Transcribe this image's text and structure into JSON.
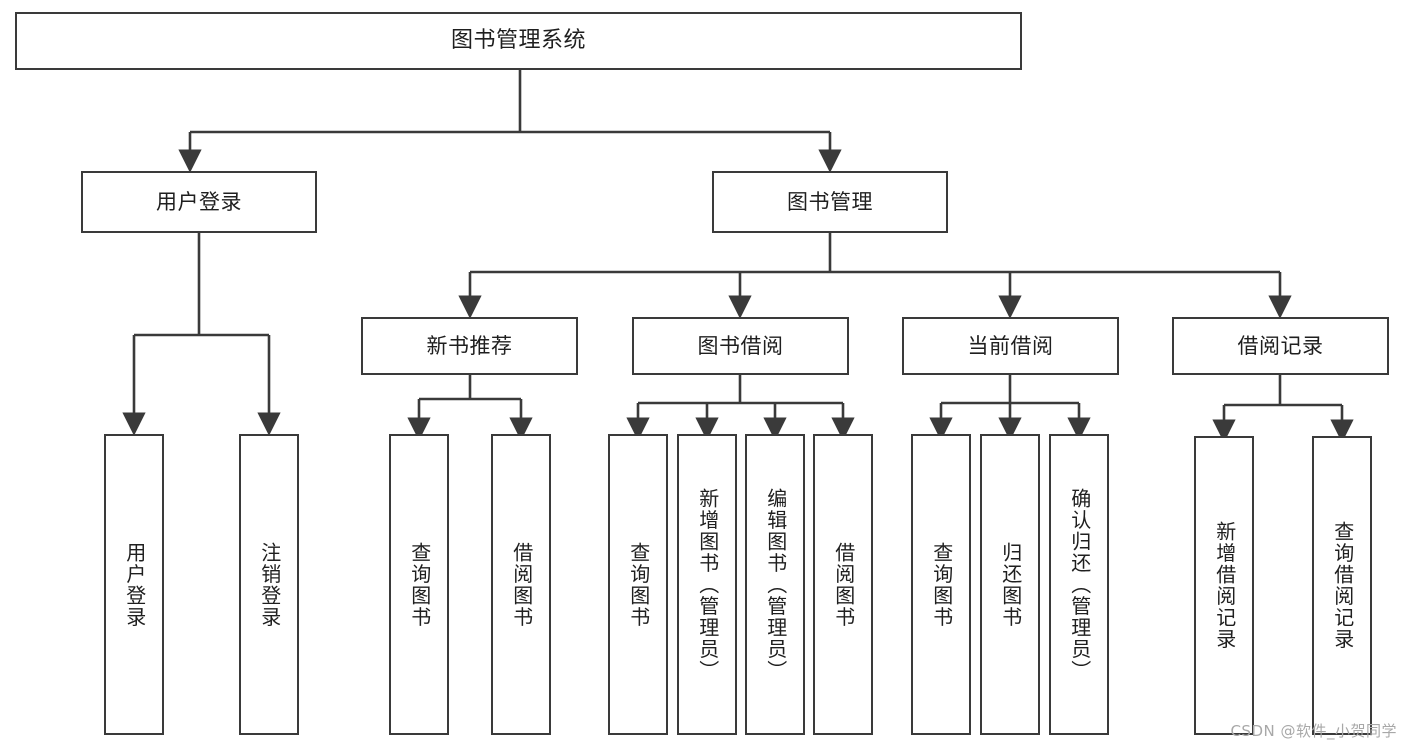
{
  "diagram": {
    "title": "图书管理系统",
    "watermark": "CSDN @软件_小贺同学",
    "colors": {
      "stroke": "#3a3a3a",
      "box_fill": "#ffffff",
      "text": "#1f1f1f",
      "watermark": "#a8a8a8",
      "background": "#ffffff"
    },
    "levels": {
      "root": "图书管理系统",
      "level2": [
        "用户登录",
        "图书管理"
      ],
      "level3": [
        "新书推荐",
        "图书借阅",
        "当前借阅",
        "借阅记录"
      ]
    },
    "nodes": {
      "root": {
        "label": "图书管理系统"
      },
      "user_login": {
        "label": "用户登录"
      },
      "book_manage": {
        "label": "图书管理"
      },
      "new_book_rec": {
        "label": "新书推荐"
      },
      "book_borrow": {
        "label": "图书借阅"
      },
      "current_borrow": {
        "label": "当前借阅"
      },
      "borrow_record": {
        "label": "借阅记录"
      },
      "leaf_user_login": {
        "label": "用户登录"
      },
      "leaf_logout": {
        "label": "注销登录"
      },
      "leaf_query_book_1": {
        "label": "查询图书"
      },
      "leaf_borrow_book_1": {
        "label": "借阅图书"
      },
      "leaf_query_book_2": {
        "label": "查询图书"
      },
      "leaf_add_book_admin": {
        "label": "新增图书（管理员）"
      },
      "leaf_edit_book_admin": {
        "label": "编辑图书（管理员）"
      },
      "leaf_borrow_book_2": {
        "label": "借阅图书"
      },
      "leaf_query_book_3": {
        "label": "查询图书"
      },
      "leaf_return_book": {
        "label": "归还图书"
      },
      "leaf_confirm_return_admin": {
        "label": "确认归还（管理员）"
      },
      "leaf_add_record": {
        "label": "新增借阅记录"
      },
      "leaf_query_record": {
        "label": "查询借阅记录"
      }
    }
  }
}
